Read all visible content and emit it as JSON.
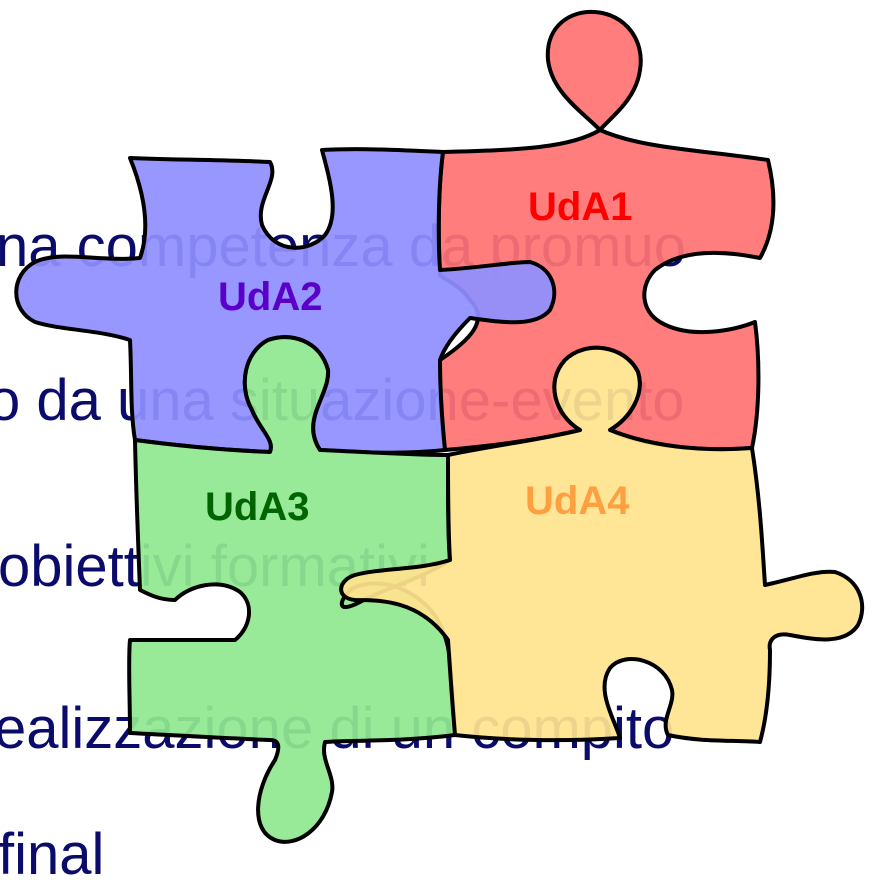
{
  "background_text": {
    "line1": "na competenza da promuo",
    "line2": "o da una situazione-evento",
    "line3": "obiettivi formativi",
    "line4": "ealizzazione di un compito",
    "line5": "final"
  },
  "pieces": [
    {
      "label": "UdA1",
      "fill": "#ff7373",
      "label_color": "#ff0000"
    },
    {
      "label": "UdA2",
      "fill": "#8f8fff",
      "label_color": "#5a00c8"
    },
    {
      "label": "UdA3",
      "fill": "#90e890",
      "label_color": "#006400"
    },
    {
      "label": "UdA4",
      "fill": "#ffe38e",
      "label_color": "#ffa040"
    }
  ]
}
